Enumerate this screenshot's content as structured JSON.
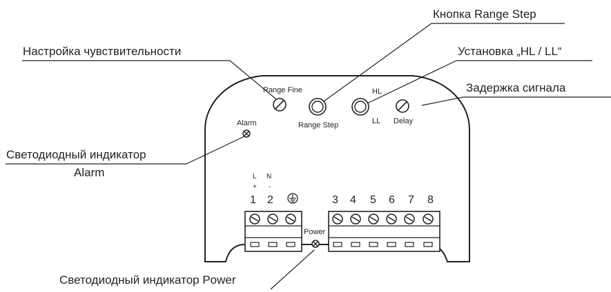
{
  "callouts": {
    "range_step_button": "Кнопка Range Step",
    "sensitivity_adjust": "Настройка чувствительности",
    "hl_ll_setting": "Установка „HL / LL“",
    "signal_delay": "Задержка сигнала",
    "alarm_led_line1": "Светодиодный индикатор",
    "alarm_led_line2": "Alarm",
    "power_led": "Светодиодный индикатор Power"
  },
  "panel": {
    "range_fine": "Range Fine",
    "range_step": "Range Step",
    "hl": "HL",
    "ll": "LL",
    "delay": "Delay",
    "alarm": "Alarm",
    "power": "Power"
  },
  "terminals": {
    "polarity_top_L": "L",
    "polarity_top_N": "N",
    "polarity_plus": "+",
    "polarity_minus": "-",
    "left_numbers": [
      "1",
      "2"
    ],
    "ground_symbol": "ground",
    "right_numbers": [
      "3",
      "4",
      "5",
      "6",
      "7",
      "8"
    ]
  }
}
